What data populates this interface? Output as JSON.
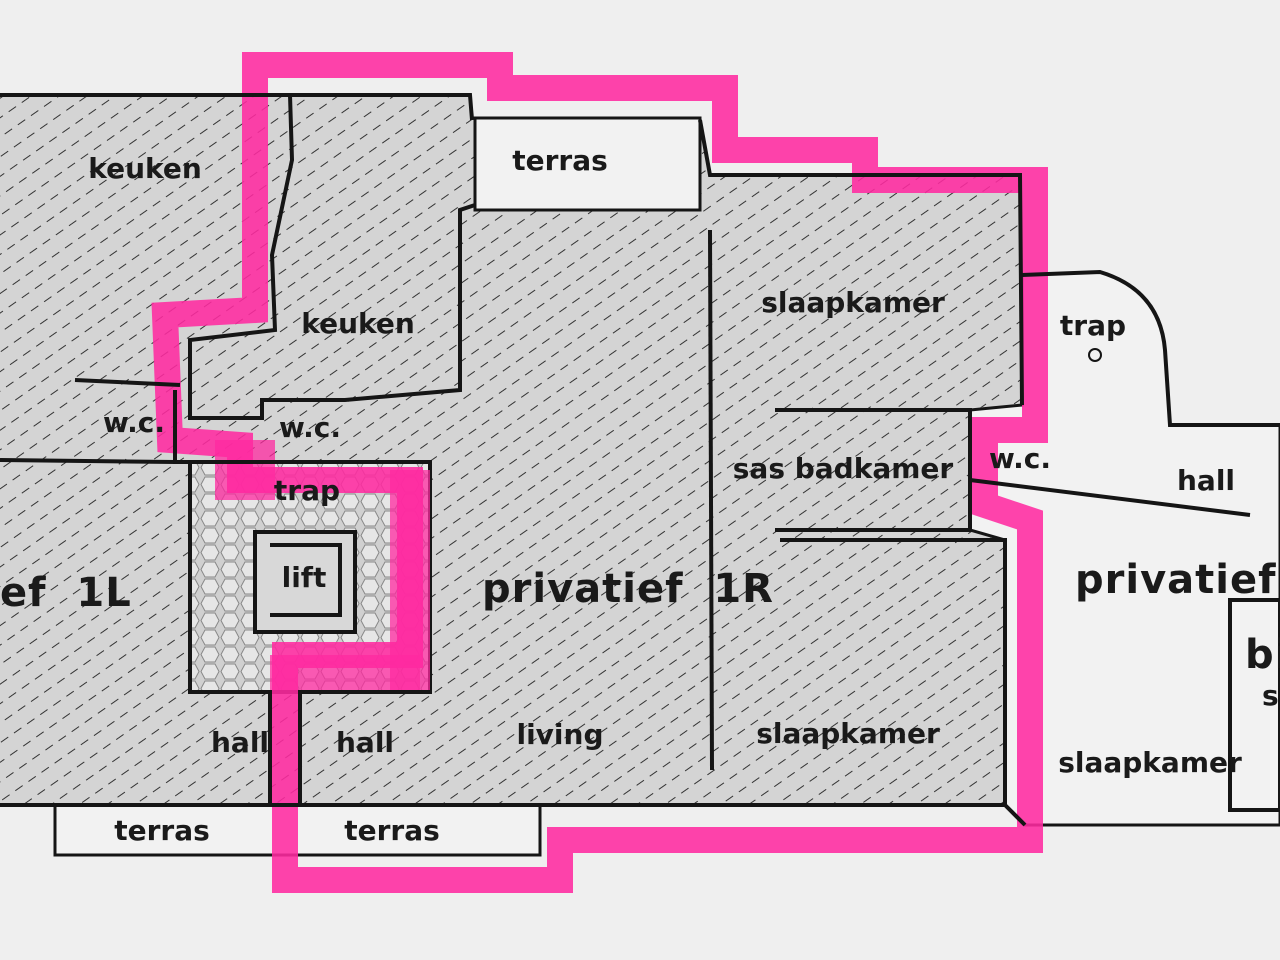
{
  "colors": {
    "paper": "#efefef",
    "room_fill": "#d4d4d4",
    "hatch": "#3a3a3a",
    "wall": "#151515",
    "highlight": "#ff2aa0",
    "lift_tile": "#c8c8c8"
  },
  "labels": {
    "keuken_left": "keuken",
    "keuken_center": "keuken",
    "terras_top": "terras",
    "slaapkamer_top": "slaapkamer",
    "trap_right": "trap",
    "wc_left": "w.c.",
    "wc_center": "w.c.",
    "wc_right": "w.c.",
    "sas_badkamer": "sas badkamer",
    "hall_right": "hall",
    "trap_center": "trap",
    "lift": "lift",
    "privatief_1l": "ef  1L",
    "privatief_1r": "privatief  1R",
    "privatief_right": "privatief",
    "bi_fragment": "bi",
    "s_fragment": "s",
    "hall_left": "hall",
    "hall_center": "hall",
    "living": "living",
    "slaapkamer_bottom": "slaapkamer",
    "slaapkamer_right": "slaapkamer",
    "terras_left": "terras",
    "terras_center": "terras"
  }
}
